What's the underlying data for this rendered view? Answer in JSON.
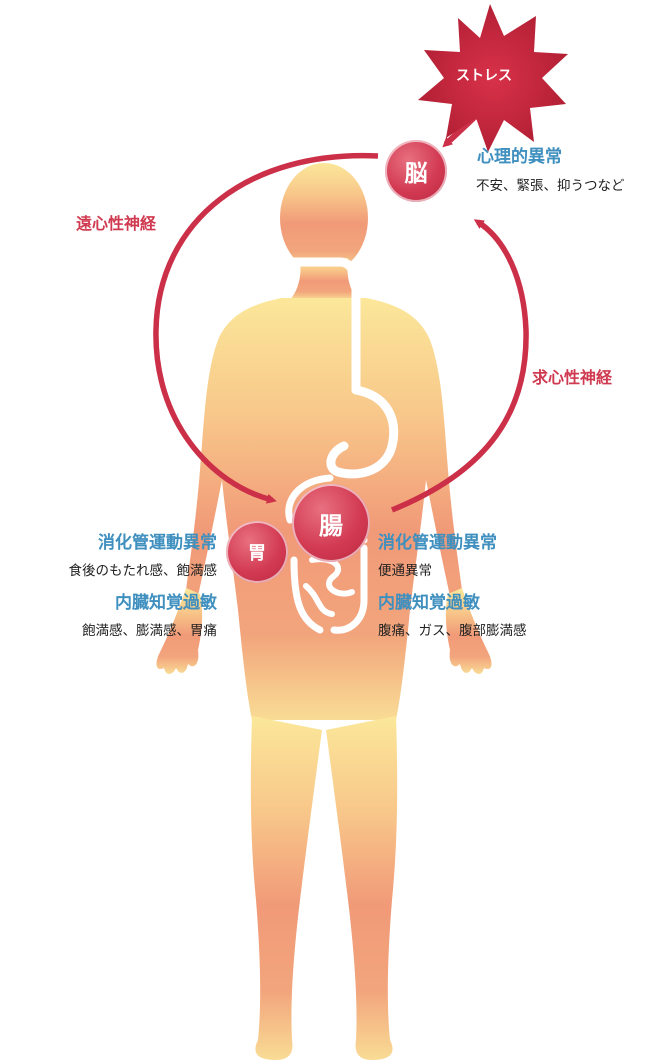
{
  "stress": {
    "label": "ストレス"
  },
  "brain": {
    "circle_label": "脳",
    "heading": "心理的異常",
    "detail": "不安、緊張、抑うつなど"
  },
  "efferent_label": "遠心性神経",
  "afferent_label": "求心性神経",
  "intestine": {
    "circle_label": "腸",
    "motility_heading": "消化管運動異常",
    "motility_detail": "便通異常",
    "hypersensitivity_heading": "内臓知覚過敏",
    "hypersensitivity_detail": "腹痛、ガス、腹部膨満感"
  },
  "stomach": {
    "circle_label": "胃",
    "motility_heading": "消化管運動異常",
    "motility_detail": "食後のもたれ感、飽満感",
    "hypersensitivity_heading": "内臓知覚過敏",
    "hypersensitivity_detail": "飽満感、膨満感、胃痛"
  },
  "colors": {
    "arrow": "#cc3049",
    "heading": "#3f8fbf",
    "body_top": "#f9e08c",
    "body_bottom": "#f08b6c"
  }
}
